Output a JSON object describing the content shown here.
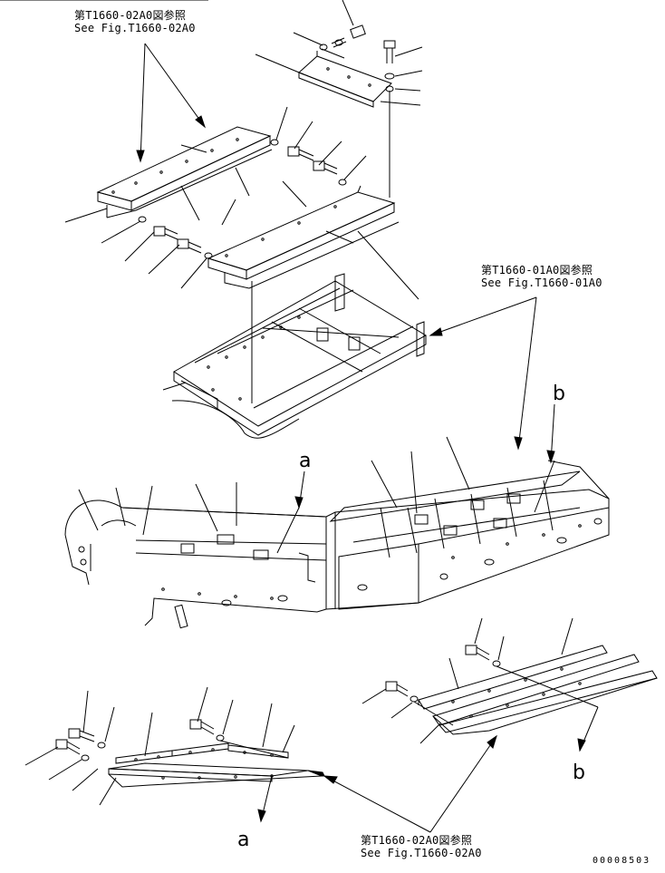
{
  "refs": {
    "top_ref_line1": "第T1660-02A0図参照",
    "top_ref_line2": "See Fig.T1660-02A0",
    "right_ref_line1": "第T1660-01A0図参照",
    "right_ref_line2": "See Fig.T1660-01A0",
    "bottom_ref_line1": "第T1660-02A0図参照",
    "bottom_ref_line2": "See Fig.T1660-02A0"
  },
  "markers": {
    "a_top": "a",
    "b_top": "b",
    "b_bottom": "b",
    "a_bottom": "a"
  },
  "drawing_number": "00008503"
}
